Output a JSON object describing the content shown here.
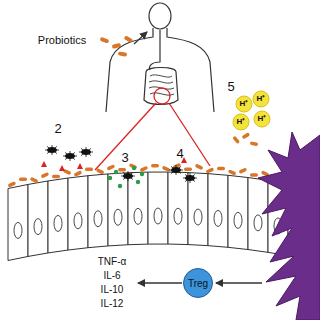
{
  "diagram": {
    "nodes": [
      {
        "text": [
          "Treg"
        ]
      }
    ],
    "labels": [
      "Probiotics",
      "2",
      "3",
      "4",
      "5",
      "H⁺",
      "H⁺",
      "H⁺",
      "H⁺",
      "TNF-α",
      "IL-6",
      "IL-10",
      "IL-12"
    ]
  }
}
